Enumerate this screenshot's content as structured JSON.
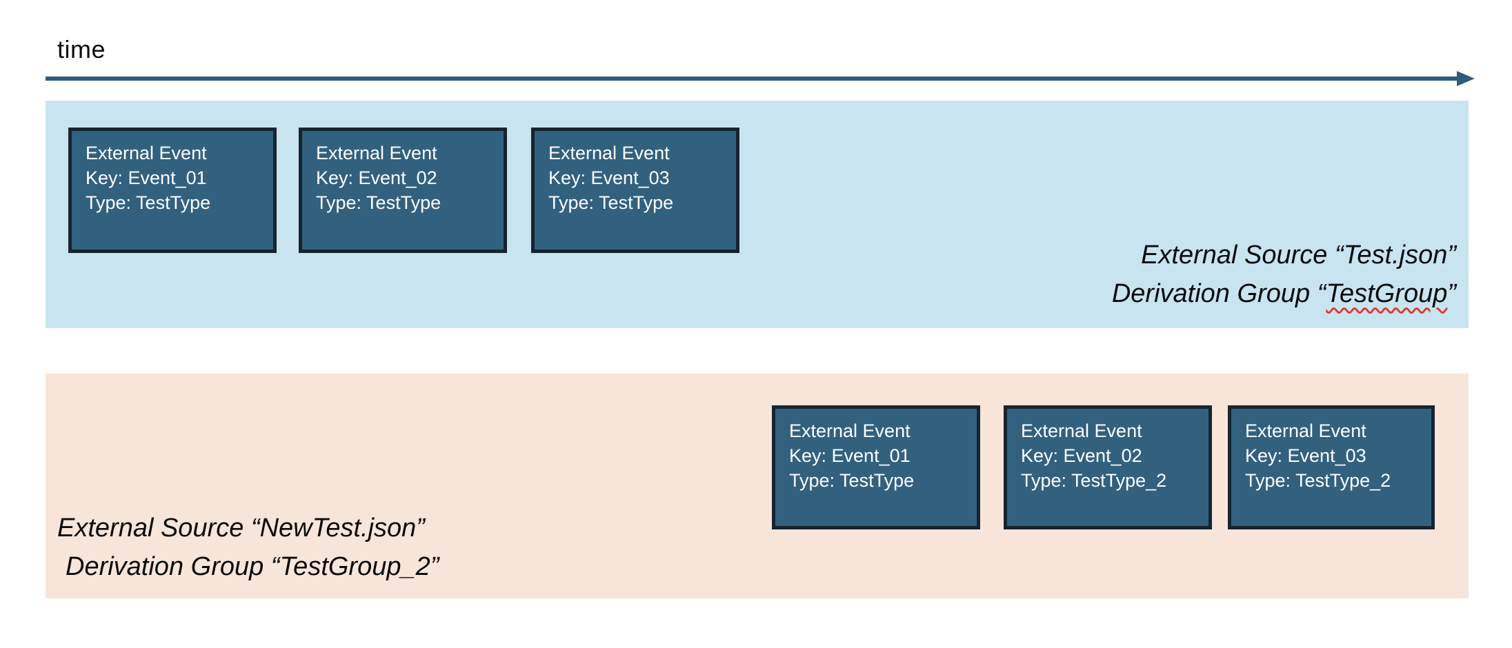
{
  "timeline": {
    "axis_label": "time"
  },
  "groups": [
    {
      "source_label": "External Source “Test.json”",
      "derivation": {
        "prefix": "Derivation Group “",
        "word": "TestGroup",
        "suffix": "”"
      },
      "events": [
        {
          "title": "External Event",
          "key_line": "Key: Event_01",
          "type_line": "Type: TestType"
        },
        {
          "title": "External Event",
          "key_line": "Key: Event_02",
          "type_line": "Type: TestType"
        },
        {
          "title": "External Event",
          "key_line": "Key: Event_03",
          "type_line": "Type: TestType"
        }
      ],
      "band_color": "#c9e4f1"
    },
    {
      "source_label": "External Source “NewTest.json”",
      "derivation_label": "Derivation Group “TestGroup_2”",
      "events": [
        {
          "title": "External Event",
          "key_line": "Key: Event_01",
          "type_line": "Type: TestType"
        },
        {
          "title": "External Event",
          "key_line": "Key: Event_02",
          "type_line": "Type: TestType_2"
        },
        {
          "title": "External Event",
          "key_line": "Key: Event_03",
          "type_line": "Type: TestType_2"
        }
      ],
      "band_color": "#f8e5d9"
    }
  ],
  "colors": {
    "axis": "#2e5d7c",
    "event_box_fill": "#31617f",
    "event_box_border": "#16242f",
    "event_box_text": "#ffffff",
    "label_text": "#0a0a0a",
    "spellcheck_squiggle": "#e03b2f"
  }
}
